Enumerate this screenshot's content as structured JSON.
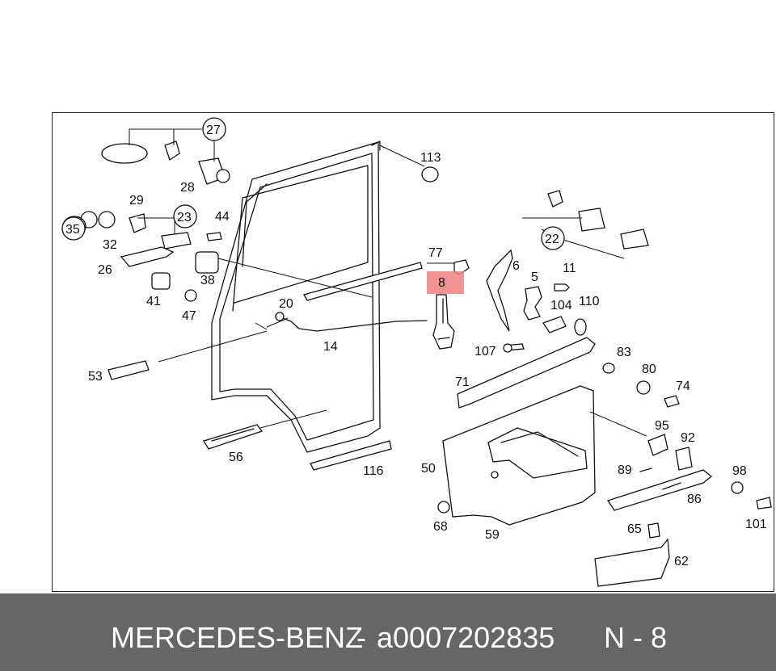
{
  "callouts": {
    "c27": "27",
    "c28": "28",
    "c29": "29",
    "c23": "23",
    "c35": "35",
    "c32": "32",
    "c44": "44",
    "c26": "26",
    "c38": "38",
    "c41": "41",
    "c47": "47",
    "c20": "20",
    "c14": "14",
    "c53": "53",
    "c56": "56",
    "c116": "116",
    "c113": "113",
    "c77": "77",
    "c8": "8",
    "c6": "6",
    "c5": "5",
    "c11": "11",
    "c104": "104",
    "c110": "110",
    "c107": "107",
    "c22": "22",
    "c83": "83",
    "c80": "80",
    "c74": "74",
    "c71": "71",
    "c95": "95",
    "c92": "92",
    "c50": "50",
    "c89": "89",
    "c98": "98",
    "c86": "86",
    "c101": "101",
    "c68": "68",
    "c59": "59",
    "c65": "65",
    "c62": "62"
  },
  "highlight": {
    "label": "8",
    "color": "#f08080"
  },
  "caption": {
    "brand": "MERCEDES-BENZ",
    "separator": "-",
    "part_number": "a0007202835",
    "position": "N - 8"
  }
}
